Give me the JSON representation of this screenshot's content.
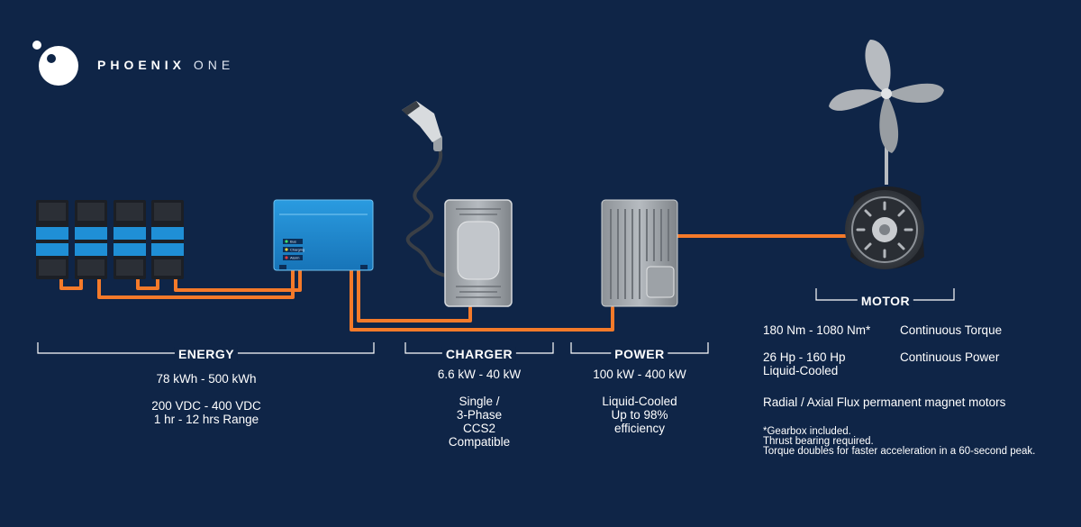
{
  "brand": {
    "name_bold": "PHOENIX",
    "name_light": "ONE"
  },
  "charger_panel": {
    "led_labels": [
      "Bus",
      "Charging",
      "Alarm"
    ]
  },
  "sections": {
    "energy": {
      "title": "ENERGY",
      "capacity": "78 kWh - 500 kWh",
      "voltage": "200 VDC - 400 VDC",
      "range": "1 hr - 12 hrs Range"
    },
    "charger": {
      "title": "CHARGER",
      "power": "6.6 kW - 40 kW",
      "lines": [
        "Single /",
        "3-Phase",
        "CCS2",
        "Compatible"
      ]
    },
    "power": {
      "title": "POWER",
      "power": "100 kW - 400 kW",
      "lines": [
        "Liquid-Cooled",
        "Up to 98%",
        "efficiency"
      ]
    },
    "motor": {
      "title": "MOTOR",
      "torque_value": "180 Nm - 1080 Nm*",
      "torque_label": "Continuous Torque",
      "hp_value": "26 Hp - 160 Hp",
      "cooling": "Liquid-Cooled",
      "hp_label": "Continuous Power",
      "motor_types": "Radial / Axial Flux permanent magnet motors",
      "notes": [
        "*Gearbox included.",
        "Thrust bearing required.",
        "Torque doubles for faster acceleration in a 60-second peak."
      ]
    }
  },
  "colors": {
    "background": "#0f2547",
    "cable": "#f47a2a",
    "battery_blue": "#1f8fd6",
    "panel_blue": "#1e8ad2",
    "metal": "#a7acb2"
  }
}
